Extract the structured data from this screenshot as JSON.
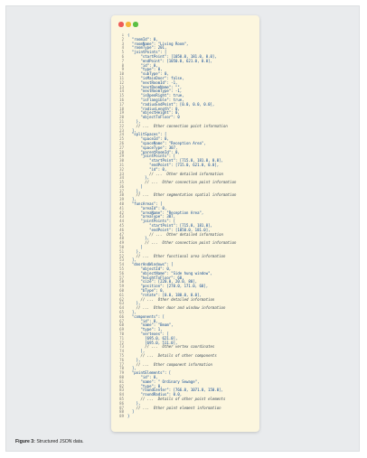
{
  "window": {
    "dots": [
      {
        "name": "close-dot",
        "color": "#ee5c57"
      },
      {
        "name": "minimize-dot",
        "color": "#f5b83a"
      },
      {
        "name": "maximize-dot",
        "color": "#5bc044"
      }
    ]
  },
  "code_lines": [
    {
      "n": "1",
      "t": "{"
    },
    {
      "n": "2",
      "t": "  \"roomId\": 0,"
    },
    {
      "n": "3",
      "t": "  \"roomName\": \"Living Room\","
    },
    {
      "n": "4",
      "t": "  \"roomType\": 201,"
    },
    {
      "n": "5",
      "t": "  \"jointPoints\": ["
    },
    {
      "n": "6",
      "t": "      \"startPoint\": [1050.0, 181.0, 0.0],"
    },
    {
      "n": "7",
      "t": "      \"endPoint\": [1050.0, 621.0, 0.0],"
    },
    {
      "n": "8",
      "t": "      \"id\": 0,"
    },
    {
      "n": "9",
      "t": "      \"type\": 0,"
    },
    {
      "n": "10",
      "t": "      \"subType\": 0,"
    },
    {
      "n": "11",
      "t": "      \"isMainDoor\": false,"
    },
    {
      "n": "12",
      "t": "      \"nextRoomId\": -1,"
    },
    {
      "n": "13",
      "t": "      \"nextRoomName\": \"\","
    },
    {
      "n": "14",
      "t": "      \"nextRoomType\": -1,"
    },
    {
      "n": "15",
      "t": "      \"isOpenRight\": true,"
    },
    {
      "n": "16",
      "t": "      \"isFlangible\": true,"
    },
    {
      "n": "17",
      "t": "      \"radiusEndPoint\": [0.0, 0.0, 0.0],"
    },
    {
      "n": "18",
      "t": "      \"radiusLength\": 0,"
    },
    {
      "n": "19",
      "t": "      \"objectHeight\": 0,"
    },
    {
      "n": "20",
      "t": "      \"objectToFloor\": 0"
    },
    {
      "n": "21",
      "t": "    },"
    },
    {
      "n": "22",
      "t": "    // ...  Other connection point information",
      "c": true
    },
    {
      "n": "23",
      "t": "  ],"
    },
    {
      "n": "24",
      "t": "  \"splitSpaces\": ["
    },
    {
      "n": "25",
      "t": "      \"spaceId\": 0,"
    },
    {
      "n": "26",
      "t": "      \"spaceName\": \"Reception Area\","
    },
    {
      "n": "27",
      "t": "      \"spaceType\": 307,"
    },
    {
      "n": "28",
      "t": "      \"parentRoomId\": 0,"
    },
    {
      "n": "29",
      "t": "      \"jointPoints\": ["
    },
    {
      "n": "30",
      "t": "          \"startPoint\": [715.0, 181.0, 0.0],"
    },
    {
      "n": "31",
      "t": "          \"endPoint\": [715.0, 621.0, 0.0],"
    },
    {
      "n": "32",
      "t": "          \"id\": 0,"
    },
    {
      "n": "33",
      "t": "          // ...  Other detailed information",
      "c": true
    },
    {
      "n": "34",
      "t": "        },"
    },
    {
      "n": "35",
      "t": "        // ...  Other connection point information",
      "c": true
    },
    {
      "n": "36",
      "t": "      ]"
    },
    {
      "n": "37",
      "t": "    },"
    },
    {
      "n": "38",
      "t": "    // ...  Other segmentation spatial information",
      "c": true
    },
    {
      "n": "39",
      "t": "  ],"
    },
    {
      "n": "40",
      "t": "  \"funcAreas\": ["
    },
    {
      "n": "41",
      "t": "      \"areaId\": 0,"
    },
    {
      "n": "42",
      "t": "      \"areaName\": \"Reception Area\","
    },
    {
      "n": "43",
      "t": "      \"areaType\": 307,"
    },
    {
      "n": "44",
      "t": "      \"jointPoints\": ["
    },
    {
      "n": "45",
      "t": "          \"startPoint\": [715.0, 181.0],"
    },
    {
      "n": "46",
      "t": "          \"endPoint\": [1050.0, 181.0],"
    },
    {
      "n": "47",
      "t": "          // ...  Other detailed information",
      "c": true
    },
    {
      "n": "48",
      "t": "        },"
    },
    {
      "n": "49",
      "t": "        // ...  Other connection point information",
      "c": true
    },
    {
      "n": "50",
      "t": "      ]"
    },
    {
      "n": "51",
      "t": "    },"
    },
    {
      "n": "52",
      "t": "    // ...  Other functional area information",
      "c": true
    },
    {
      "n": "53",
      "t": "  ],"
    },
    {
      "n": "54",
      "t": "  \"doorAndWindows\": ["
    },
    {
      "n": "55",
      "t": "      \"objectId\": 0,"
    },
    {
      "n": "56",
      "t": "      \"objectName\": \"Side hung window\","
    },
    {
      "n": "57",
      "t": "      \"heightToFloor\": 60,"
    },
    {
      "n": "58",
      "t": "      \"size\": [220.0, 20.0, 80],"
    },
    {
      "n": "59",
      "t": "      \"position\": [270.0, 171.0, 60],"
    },
    {
      "n": "60",
      "t": "      \"bType\": 0,"
    },
    {
      "n": "61",
      "t": "      \"rotate\": [0.0, 180.0, 0.0],"
    },
    {
      "n": "62",
      "t": "      // ...  Other detailed information",
      "c": true
    },
    {
      "n": "63",
      "t": "    },"
    },
    {
      "n": "64",
      "t": "    // ...  Other door and window information",
      "c": true
    },
    {
      "n": "65",
      "t": "  ],"
    },
    {
      "n": "66",
      "t": "  \"components\": ["
    },
    {
      "n": "67",
      "t": "      \"id\": 0,"
    },
    {
      "n": "68",
      "t": "      \"name\": \"Beam\","
    },
    {
      "n": "69",
      "t": "      \"type\": 1,"
    },
    {
      "n": "70",
      "t": "      \"vertexes\": ["
    },
    {
      "n": "71",
      "t": "        [695.0, 621.0],"
    },
    {
      "n": "72",
      "t": "        [695.0, 511.0],"
    },
    {
      "n": "73",
      "t": "        // ...  Other vertex coordinates",
      "c": true
    },
    {
      "n": "74",
      "t": "      ],"
    },
    {
      "n": "75",
      "t": "      // ...  Details of other components",
      "c": true
    },
    {
      "n": "76",
      "t": "    },"
    },
    {
      "n": "77",
      "t": "    // ...  Other component information",
      "c": true
    },
    {
      "n": "78",
      "t": "  ],"
    },
    {
      "n": "79",
      "t": "  \"pointElements\": ["
    },
    {
      "n": "80",
      "t": "      \"id\": 0,"
    },
    {
      "n": "81",
      "t": "      \"name\": \" Ordinary Sewage\","
    },
    {
      "n": "82",
      "t": "      \"type\": 0,"
    },
    {
      "n": "83",
      "t": "      \"roundCenter\": [766.0, 1071.0, 150.0],"
    },
    {
      "n": "84",
      "t": "      \"roundRadius\": 0.0,"
    },
    {
      "n": "85",
      "t": "      // ...  Details of other point elements",
      "c": true
    },
    {
      "n": "86",
      "t": "    },"
    },
    {
      "n": "87",
      "t": "    // ...  Other point element information",
      "c": true
    },
    {
      "n": "88",
      "t": "  ]"
    },
    {
      "n": "89",
      "t": "}"
    }
  ],
  "caption": {
    "label": "Figure 3:",
    "text": " Structured JSON data."
  }
}
